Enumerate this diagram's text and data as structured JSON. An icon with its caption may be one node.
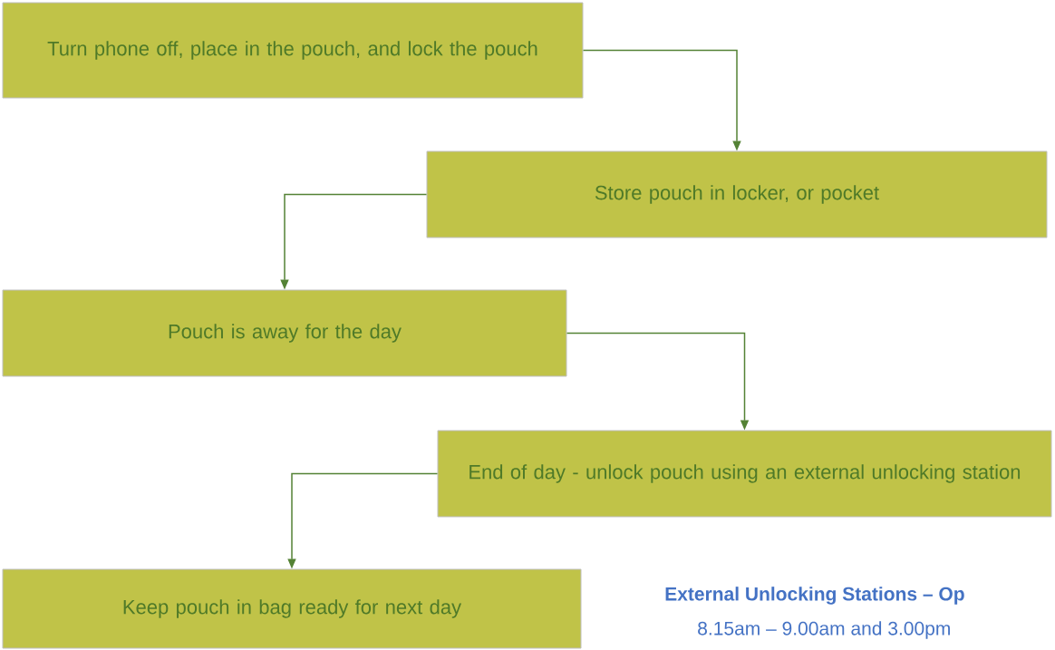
{
  "diagram": {
    "nodes": [
      {
        "text": [
          "Turn phone off, place in the pouch, and lock the pouch"
        ]
      },
      {
        "text": [
          "Store pouch in locker, or pocket"
        ]
      },
      {
        "text": [
          "Pouch is away for the day"
        ]
      },
      {
        "text": [
          "End of day - unlock pouch using an external unlocking station"
        ]
      },
      {
        "text": [
          "Keep pouch in bag ready for next day"
        ]
      }
    ],
    "edges": [
      {
        "from": 0,
        "to": 1,
        "arrow": "to"
      },
      {
        "from": 1,
        "to": 2,
        "arrow": "to"
      },
      {
        "from": 2,
        "to": 3,
        "arrow": "to"
      },
      {
        "from": 3,
        "to": 4,
        "arrow": "to"
      }
    ],
    "labels": [
      "External Unlocking Stations – Op",
      "8.15am – 9.00am and 3.00pm"
    ]
  }
}
